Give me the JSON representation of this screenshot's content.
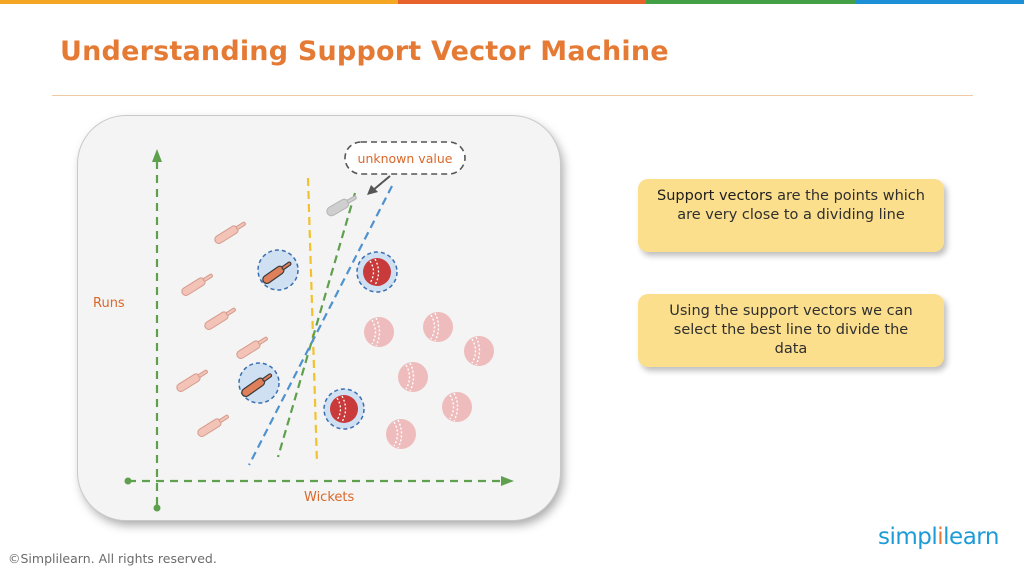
{
  "slide": {
    "title": "Understanding Support Vector Machine",
    "footer": "©Simplilearn. All rights reserved."
  },
  "brand": {
    "logo_part1": "simpl",
    "logo_part2": "i",
    "logo_part3": "learn",
    "colors": {
      "title": "#e57a35",
      "logo_blue": "#1d9bd6",
      "logo_orange": "#e57a35",
      "topbar": [
        "#f5a623",
        "#e8632b",
        "#43a047",
        "#1d8fd6"
      ]
    }
  },
  "diagram": {
    "y_axis_label": "Runs",
    "x_axis_label": "Wickets",
    "unknown_label": "unknown value"
  },
  "callouts": {
    "support_vectors_term": "Support vectors",
    "support_vectors_rest": " are the points which are very close to a dividing line",
    "best_line_text": "Using the support vectors we can select the best line to divide the data"
  }
}
